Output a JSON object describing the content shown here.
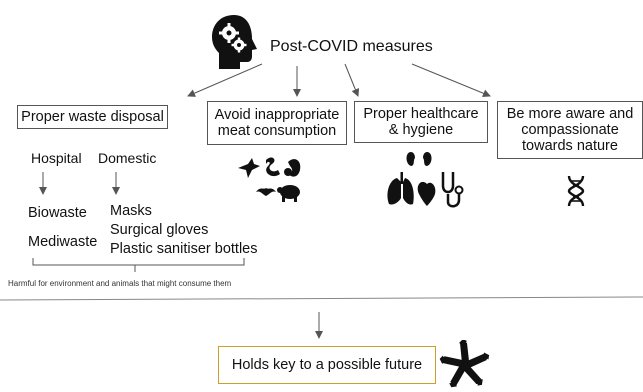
{
  "title": "Post-COVID measures",
  "branches": [
    {
      "label": "Proper waste disposal"
    },
    {
      "label": "Avoid inappropriate meat consumption"
    },
    {
      "label": "Proper healthcare & hygiene"
    },
    {
      "label": "Be more aware and compassionate towards nature"
    }
  ],
  "waste": {
    "hospital": {
      "label": "Hospital",
      "items": [
        "Biowaste",
        "Mediwaste"
      ]
    },
    "domestic": {
      "label": "Domestic",
      "items": [
        "Masks",
        "Surgical gloves",
        "Plastic sanitiser bottles"
      ]
    },
    "note": "Harmful for environment and animals that might consume them"
  },
  "conclusion": "Holds key to a possible future",
  "icons": [
    "head-gears-icon",
    "animals-icon",
    "organs-icon",
    "dna-icon",
    "hands-unity-icon"
  ],
  "colors": {
    "conclusion_border": "#c8a02a",
    "line": "#555555"
  }
}
